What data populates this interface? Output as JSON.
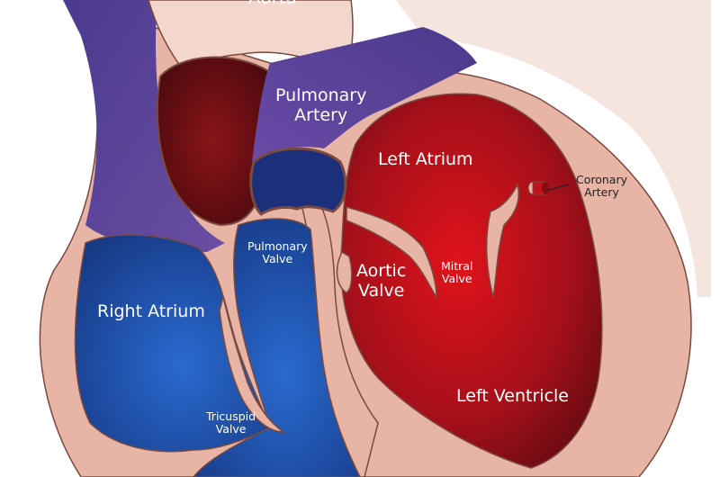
{
  "labels": {
    "aorta": "Aorta",
    "pulmonary_artery": [
      "Pulmonary",
      "Artery"
    ],
    "left_atrium": "Left Atrium",
    "coronary_artery": [
      "Coronary",
      "Artery"
    ],
    "pulmonary_valve": [
      "Pulmonary",
      "Valve"
    ],
    "aortic_valve": [
      "Aortic",
      "Valve"
    ],
    "mitral_valve": [
      "Mitral",
      "Valve"
    ],
    "right_atrium": "Right Atrium",
    "left_ventricle": "Left Ventricle",
    "tricuspid_valve": [
      "Tricuspid",
      "Valve"
    ]
  },
  "colors": {
    "tissue": "#e8b4a5",
    "tissue_outline": "#7a4a40",
    "aorta_fill": "#f3d6cc",
    "deoxygenated": "#1f4fa0",
    "vessel_purple": "#5a3f95",
    "oxygenated": "#c0121c",
    "dark_chamber": "#6b0f14"
  }
}
